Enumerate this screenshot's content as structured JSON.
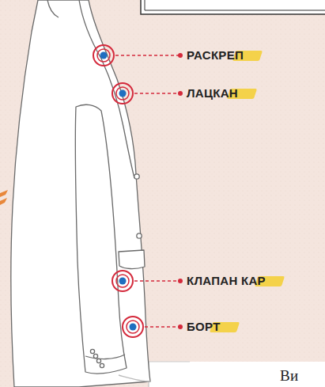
{
  "diagram": {
    "labels": [
      "РАСКРЕП",
      "ЛАЦКАН",
      "КЛАПАН КАР",
      "БОРТ",
      "Ви"
    ]
  }
}
